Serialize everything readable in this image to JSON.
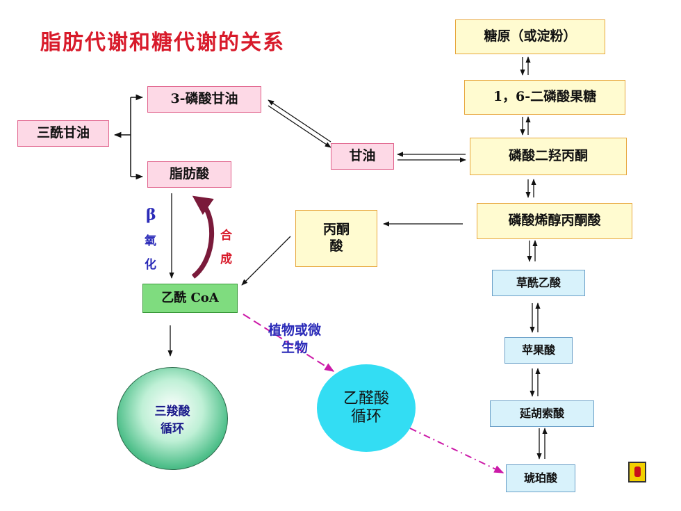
{
  "title": "脂肪代谢和糖代谢的关系",
  "nodes": {
    "triglyceride": "三酰甘油",
    "glycerol3p": "3-磷酸甘油",
    "fattyacid": "脂肪酸",
    "glycerol": "甘油",
    "glycogen": "糖原（或淀粉）",
    "f16bp": "1，6-二磷酸果糖",
    "dhap": "磷酸二羟丙酮",
    "pep": "磷酸烯醇丙酮酸",
    "pyruvate_line1": "丙酮",
    "pyruvate_line2": "酸",
    "oxaloacetate": "草酰乙酸",
    "malate": "苹果酸",
    "fumarate": "延胡索酸",
    "succinate": "琥珀酸",
    "acetylcoa": "乙酰 CoA",
    "tca_line1": "三羧酸",
    "tca_line2": "循环",
    "glyoxylate_line1": "乙醛酸",
    "glyoxylate_line2": "循环"
  },
  "labels": {
    "beta": "β",
    "oxi1": "氧",
    "oxi2": "化",
    "syn1": "合",
    "syn2": "成",
    "plant1": "植物或微",
    "plant2": "生物"
  },
  "icons": {
    "corner": "return-icon"
  },
  "colors": {
    "title": "#d81a2a",
    "synthesis": "#7a1a3a",
    "label_blue": "#2a2ab8",
    "dashed": "#cc1aa8"
  }
}
